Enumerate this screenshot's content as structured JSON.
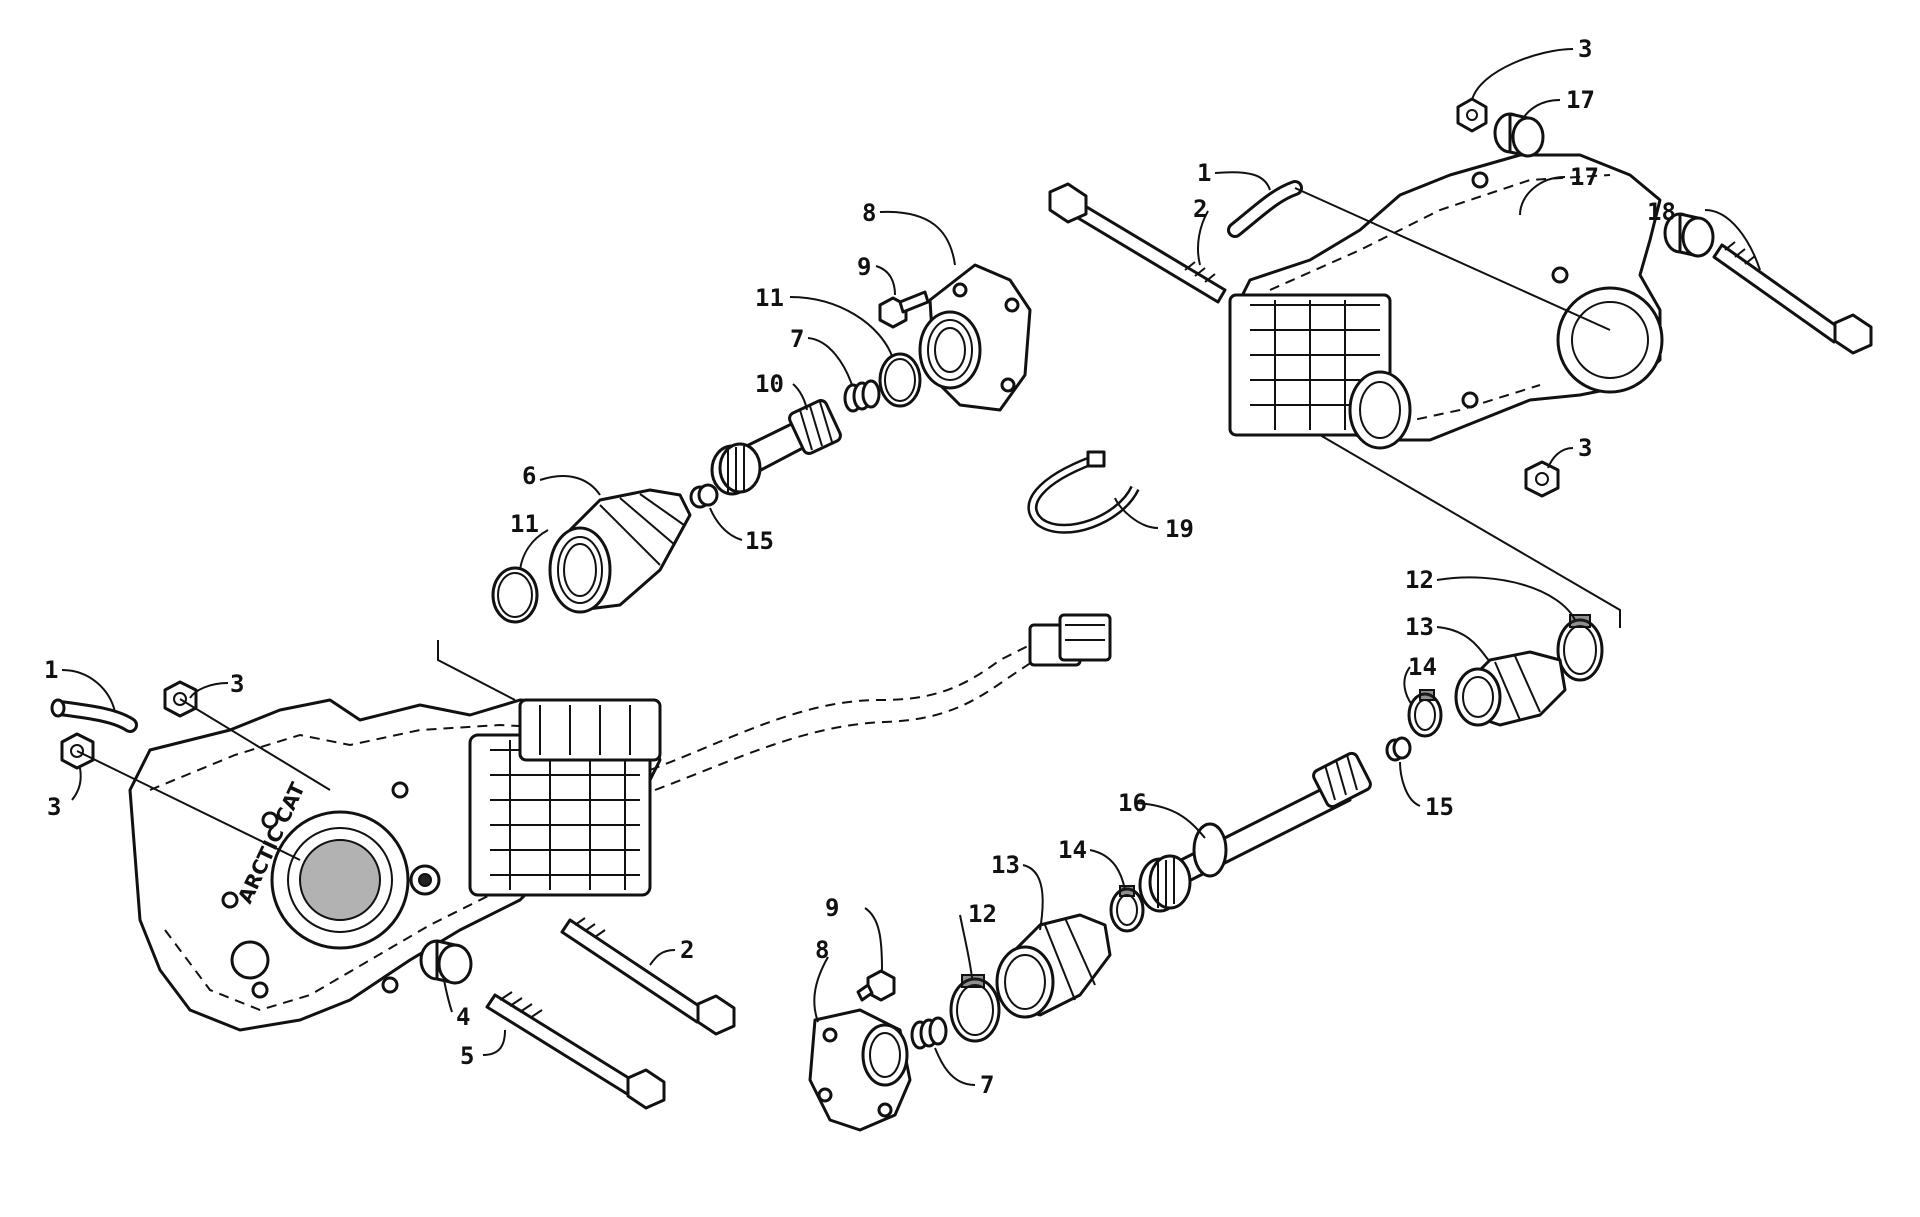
{
  "callouts": {
    "c1": "1",
    "c2": "2",
    "c3": "3",
    "c4": "4",
    "c5": "5",
    "c6": "6",
    "c7": "7",
    "c8": "8",
    "c9": "9",
    "c10": "10",
    "c11": "11",
    "c12": "12",
    "c13": "13",
    "c14": "14",
    "c15": "15",
    "c16": "16",
    "c17": "17",
    "c18": "18",
    "c19": "19"
  },
  "housing_stamp": "ARCTIC CAT",
  "icons": {
    "housing": "gearcase-housing-drawing",
    "shaft": "splined-shaft-drawing",
    "boot": "rubber-boot-drawing",
    "clamp": "hose-clamp-drawing",
    "bolt": "hex-bolt-drawing",
    "nut": "hex-nut-drawing"
  }
}
